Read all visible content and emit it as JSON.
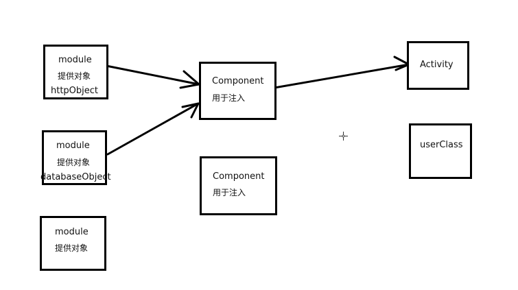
{
  "diagram": {
    "nodes": [
      {
        "id": "module1",
        "lines": [
          "module",
          "提供对象",
          "httpObject"
        ]
      },
      {
        "id": "module2",
        "lines": [
          "module",
          "提供对象",
          "databaseObject"
        ]
      },
      {
        "id": "module3",
        "lines": [
          "module",
          "提供对象"
        ]
      },
      {
        "id": "component1",
        "lines": [
          "Component",
          "用于注入"
        ]
      },
      {
        "id": "component2",
        "lines": [
          "Component",
          "用于注入"
        ]
      },
      {
        "id": "activity",
        "lines": [
          "Activity"
        ]
      },
      {
        "id": "userclass",
        "lines": [
          "userClass"
        ]
      }
    ],
    "edges": [
      {
        "from": "module1",
        "to": "component1"
      },
      {
        "from": "module2",
        "to": "component1"
      },
      {
        "from": "component1",
        "to": "activity"
      }
    ]
  }
}
